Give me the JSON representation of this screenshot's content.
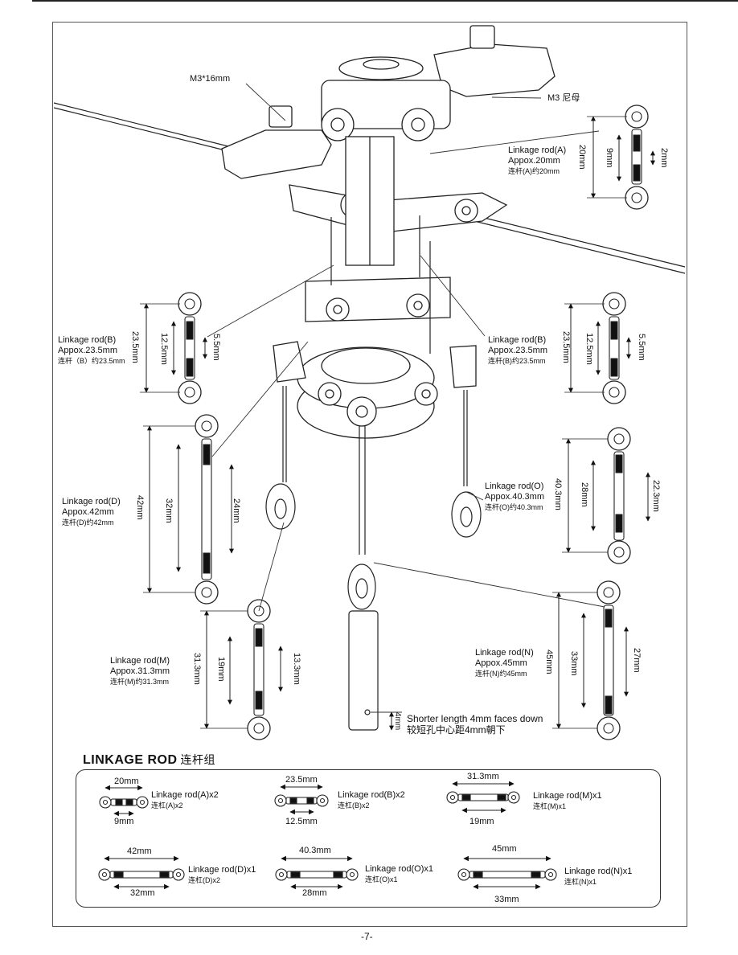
{
  "page_number": "-7-",
  "section": {
    "title": "LINKAGE ROD",
    "title_cn": "连杆组"
  },
  "callouts": {
    "m3x16": "M3*16mm",
    "m3_nut": "M3 尼母",
    "shorter_length": "Shorter length 4mm faces down",
    "shorter_length_cn": "较短孔中心距4mm朝下",
    "hole_offset": "4mm"
  },
  "rods": {
    "a": {
      "name": "Linkage rod(A)",
      "approx": "Appox.20mm",
      "cn": "连杆(A)约20mm",
      "overall": "20mm",
      "inner": "9mm",
      "gap": "2mm"
    },
    "b_left": {
      "name": "Linkage rod(B)",
      "approx": "Appox.23.5mm",
      "cn": "连杆（B）约23.5mm",
      "overall": "23.5mm",
      "inner": "12.5mm",
      "gap": "5.5mm"
    },
    "b_right": {
      "name": "Linkage rod(B)",
      "approx": "Appox.23.5mm",
      "cn": "连杆(B)约23.5mm",
      "overall": "23.5mm",
      "inner": "12.5mm",
      "gap": "5.5mm"
    },
    "d": {
      "name": "Linkage rod(D)",
      "approx": "Appox.42mm",
      "cn": "连杆(D)约42mm",
      "overall": "42mm",
      "inner": "32mm",
      "gap": "24mm"
    },
    "o": {
      "name": "Linkage rod(O)",
      "approx": "Appox.40.3mm",
      "cn": "连杆(O)约40.3mm",
      "overall": "40.3mm",
      "inner": "28mm",
      "gap": "22.3mm"
    },
    "m": {
      "name": "Linkage rod(M)",
      "approx": "Appox.31.3mm",
      "cn": "连杆(M)约31.3mm",
      "overall": "31.3mm",
      "inner": "19mm",
      "gap": "13.3mm"
    },
    "n": {
      "name": "Linkage rod(N)",
      "approx": "Appox.45mm",
      "cn": "连杆(N)约45mm",
      "overall": "45mm",
      "inner": "33mm",
      "gap": "27mm"
    }
  },
  "parts_list": [
    {
      "label": "Linkage rod(A)x2",
      "cn": "连杠(A)x2",
      "top": "20mm",
      "bottom": "9mm"
    },
    {
      "label": "Linkage rod(B)x2",
      "cn": "连杠(B)x2",
      "top": "23.5mm",
      "bottom": "12.5mm"
    },
    {
      "label": "Linkage rod(M)x1",
      "cn": "连杠(M)x1",
      "top": "31.3mm",
      "bottom": "19mm"
    },
    {
      "label": "Linkage rod(D)x1",
      "cn": "连杠(D)x2",
      "top": "42mm",
      "bottom": "32mm"
    },
    {
      "label": "Linkage rod(O)x1",
      "cn": "连杠(O)x1",
      "top": "40.3mm",
      "bottom": "28mm"
    },
    {
      "label": "Linkage rod(N)x1",
      "cn": "连杠(N)x1",
      "top": "45mm",
      "bottom": "33mm"
    }
  ]
}
